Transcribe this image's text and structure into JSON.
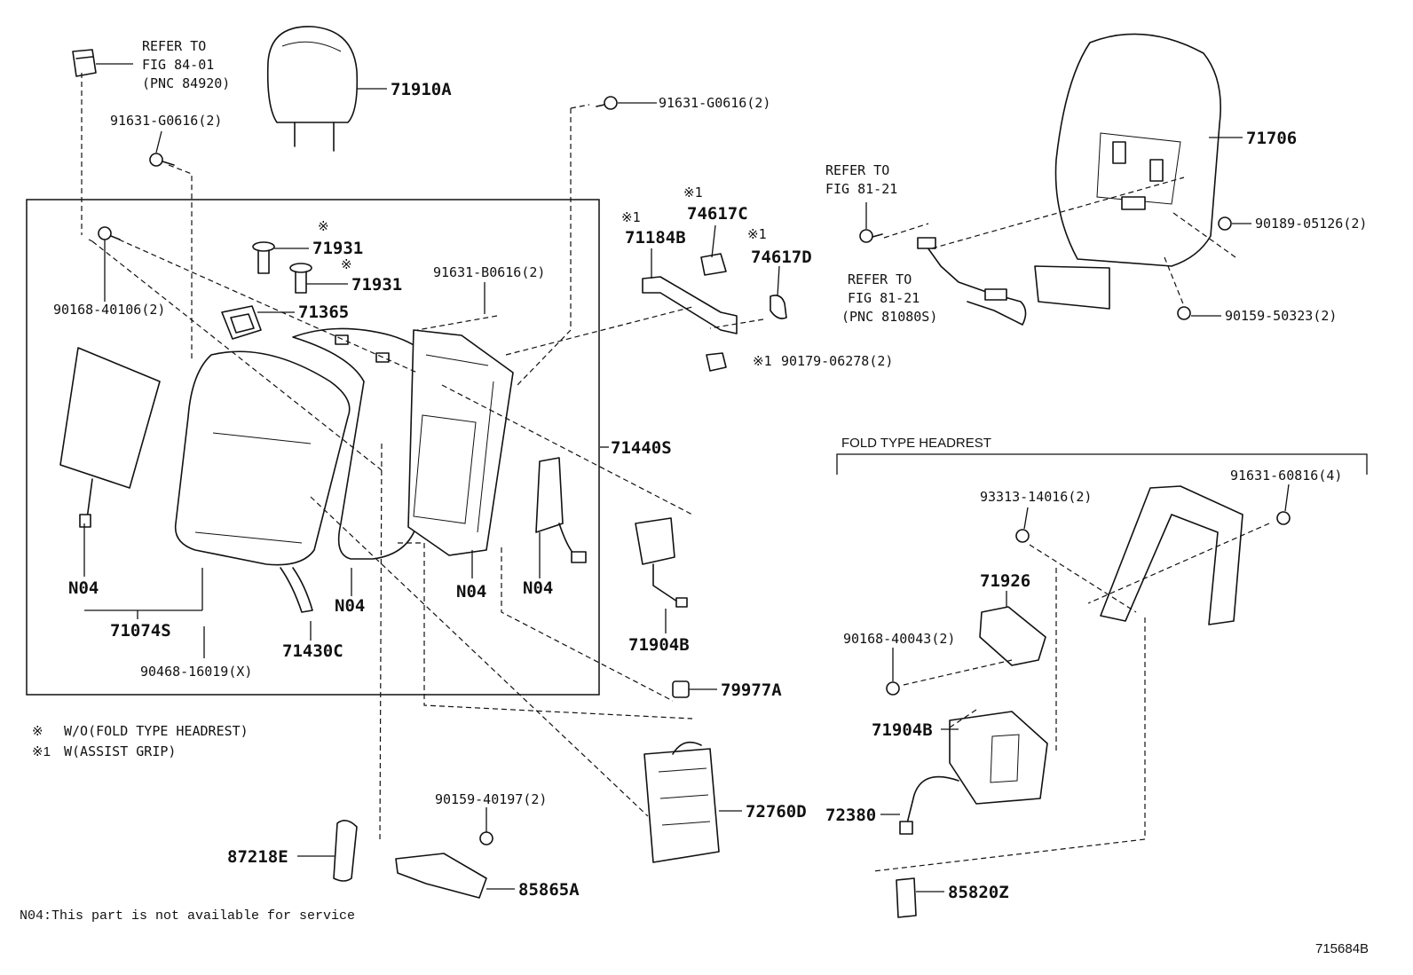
{
  "notes": {
    "refer_84_line1": "REFER TO",
    "refer_84_line2": "FIG 84-01",
    "refer_84_line3": "(PNC 84920)",
    "refer_81a_line1": "REFER TO",
    "refer_81a_line2": "FIG 81-21",
    "refer_81b_line1": "REFER TO",
    "refer_81b_line2": "FIG 81-21",
    "refer_81b_line3": "(PNC 81080S)",
    "fold_type_title": "FOLD TYPE HEADREST",
    "legend_1_mark": "※",
    "legend_1_text": "W/O(FOLD TYPE HEADREST)",
    "legend_2_mark": "※1",
    "legend_2_text": "W(ASSIST GRIP)",
    "footnote": "N04:This part is not available for service",
    "figure_id": "715684B"
  },
  "marks": {
    "m1": "※",
    "m2": "※",
    "m3": "※1",
    "m4": "※1",
    "m5": "※1",
    "m6": "※1"
  },
  "parts": {
    "p71910A": "71910A",
    "p91631G0616_left": "91631-G0616(2)",
    "p91631G0616_top": "91631-G0616(2)",
    "p90168_40106": "90168-40106(2)",
    "p71931a": "71931",
    "p71931b": "71931",
    "p71365": "71365",
    "p91631B0616": "91631-B0616(2)",
    "p71184B": "71184B",
    "p74617C": "74617C",
    "p74617D": "74617D",
    "p90179_06278": "90179-06278(2)",
    "p71706": "71706",
    "p90189_05126": "90189-05126(2)",
    "p90159_50323": "90159-50323(2)",
    "p71440S": "71440S",
    "pN04a": "N04",
    "pN04b": "N04",
    "pN04c": "N04",
    "pN04d": "N04",
    "p71074S": "71074S",
    "p71430C": "71430C",
    "p90468_16019": "90468-16019(X)",
    "p71904B_main": "71904B",
    "p79977A": "79977A",
    "p72760D": "72760D",
    "p90159_40197": "90159-40197(2)",
    "p87218E": "87218E",
    "p85865A": "85865A",
    "p91631_60816": "91631-60816(4)",
    "p93313_14016": "93313-14016(2)",
    "p71926": "71926",
    "p90168_40043": "90168-40043(2)",
    "p71904B_fold": "71904B",
    "p72380": "72380",
    "p85820Z": "85820Z"
  }
}
